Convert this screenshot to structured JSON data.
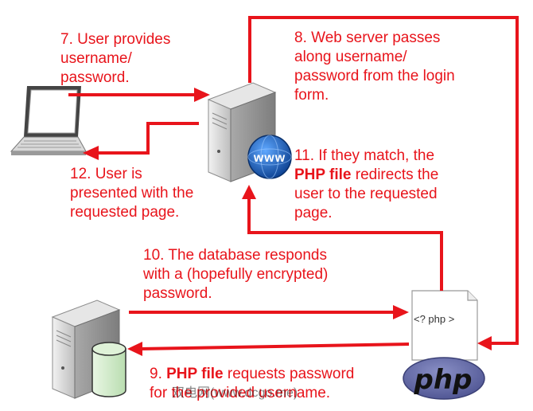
{
  "colors": {
    "arrow": "#e8141b",
    "server_body": "#d9d9d9",
    "php_badge": "#6c72a8"
  },
  "icons": [
    "laptop-icon",
    "web-server-icon",
    "globe-www-icon",
    "database-server-icon",
    "database-cylinder-icon",
    "php-file-icon",
    "php-logo-icon"
  ],
  "steps": {
    "step7": {
      "lines": [
        "7. User provides",
        "username/",
        "password."
      ]
    },
    "step8": {
      "lines": [
        "8. Web server passes",
        "along username/",
        "password from the login",
        "form."
      ]
    },
    "step9": {
      "prefix": "9. ",
      "bold": "PHP file",
      "rest": " requests password",
      "line2": "for the provided username."
    },
    "step10": {
      "lines": [
        "10. The database responds",
        "with a (hopefully encrypted)",
        "password."
      ]
    },
    "step11": {
      "line1": "11. If they match, the",
      "bold": "PHP file",
      "rest": " redirects the",
      "line3": "user to the requested",
      "line4": "page."
    },
    "step12": {
      "lines": [
        "12. User is",
        "presented with the",
        "requested page."
      ]
    }
  },
  "php_file": {
    "code": "<? php >",
    "logo": "php"
  },
  "globe": {
    "text": "www"
  },
  "watermark": "双电网(www.dcgo.me)"
}
